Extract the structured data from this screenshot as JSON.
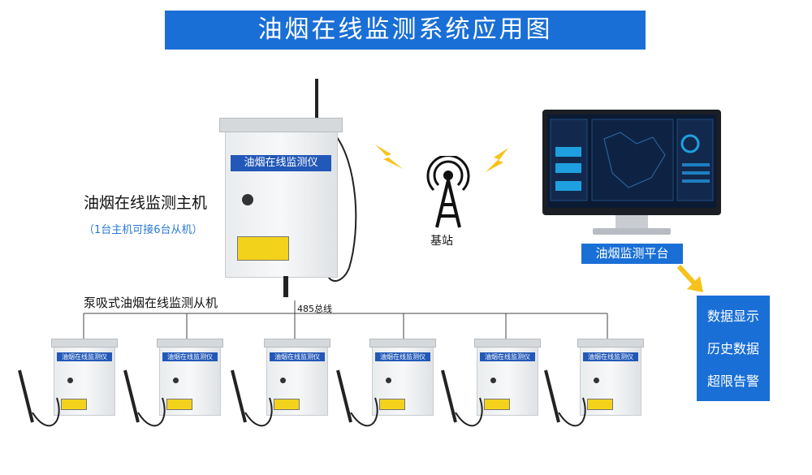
{
  "title": "油烟在线监测系统应用图",
  "main_unit": {
    "label": "油烟在线监测主机",
    "sublabel": "（1台主机可接6台从机）",
    "nameplate": "油烟在线监测仪"
  },
  "base_station": {
    "label": "基站"
  },
  "platform": {
    "label": "油烟监测平台"
  },
  "features": [
    "数据显示",
    "历史数据",
    "超限告警"
  ],
  "slave_units": {
    "label": "泵吸式油烟在线监测从机",
    "bus_label": "485总线",
    "nameplates": [
      "油烟在线监测仪",
      "油烟在线监测仪",
      "油烟在线监测仪",
      "油烟在线监测仪",
      "油烟在线监测仪",
      "油烟在线监测仪"
    ]
  },
  "colors": {
    "accent": "#1a6fd6",
    "nameplate": "#2258b8",
    "lightning": "#f7c21b",
    "arrow": "#f7c21b"
  }
}
